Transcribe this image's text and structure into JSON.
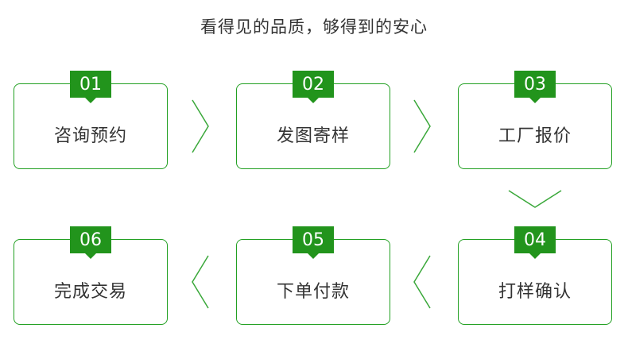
{
  "headline": "看得见的品质，够得到的安心",
  "steps": [
    {
      "number": "01",
      "label": "咨询预约"
    },
    {
      "number": "02",
      "label": "发图寄样"
    },
    {
      "number": "03",
      "label": "工厂报价"
    },
    {
      "number": "04",
      "label": "打样确认"
    },
    {
      "number": "05",
      "label": "下单付款"
    },
    {
      "number": "06",
      "label": "完成交易"
    }
  ],
  "colors": {
    "accent": "#22941c",
    "border": "#22a022",
    "text": "#333333",
    "background": "#ffffff"
  }
}
